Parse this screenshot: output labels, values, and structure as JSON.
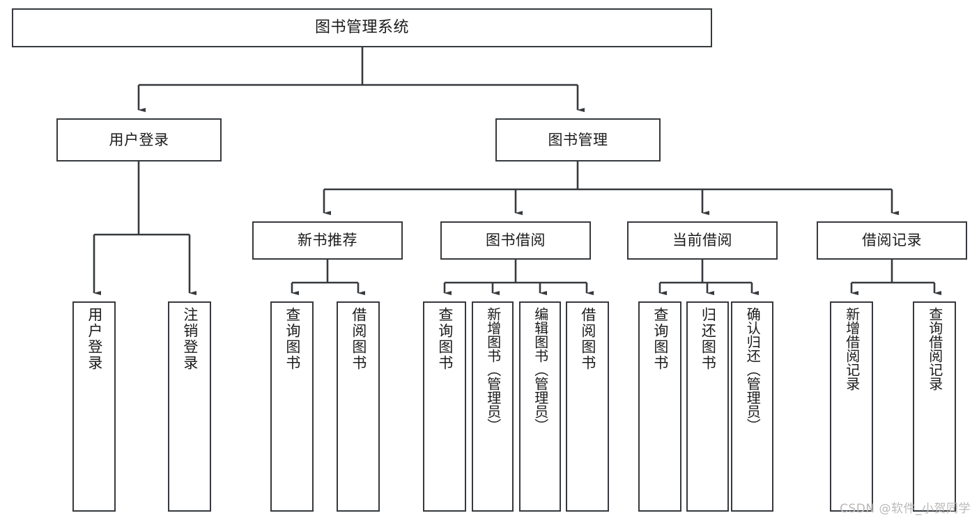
{
  "diagram": {
    "type": "tree",
    "orientation": "top-down",
    "title": "图书管理系统",
    "watermark": "CSDN @软件_小贺同学",
    "colors": {
      "border": "#36393d",
      "background": "#ffffff",
      "text": "#1b1b1b",
      "watermark": "#b9b9b9"
    },
    "nodes": {
      "root": {
        "label": "图书管理系统"
      },
      "level2": [
        {
          "id": "user-login",
          "label": "用户登录"
        },
        {
          "id": "book-manage",
          "label": "图书管理"
        }
      ],
      "level3": [
        {
          "id": "new-book-recommend",
          "label": "新书推荐"
        },
        {
          "id": "book-borrow",
          "label": "图书借阅"
        },
        {
          "id": "current-borrow",
          "label": "当前借阅"
        },
        {
          "id": "borrow-record",
          "label": "借阅记录"
        }
      ],
      "leaves": {
        "user-login": [
          {
            "id": "leaf-user-login",
            "label": "用户登录"
          },
          {
            "id": "leaf-user-logout",
            "label": "注销登录"
          }
        ],
        "new-book-recommend": [
          {
            "id": "leaf-query-book-1",
            "label": "查询图书"
          },
          {
            "id": "leaf-borrow-book-1",
            "label": "借阅图书"
          }
        ],
        "book-borrow": [
          {
            "id": "leaf-query-book-2",
            "label": "查询图书"
          },
          {
            "id": "leaf-add-book",
            "label": "新增图书（管理员）"
          },
          {
            "id": "leaf-edit-book",
            "label": "编辑图书（管理员）"
          },
          {
            "id": "leaf-borrow-book-2",
            "label": "借阅图书"
          }
        ],
        "current-borrow": [
          {
            "id": "leaf-query-book-3",
            "label": "查询图书"
          },
          {
            "id": "leaf-return-book",
            "label": "归还图书"
          },
          {
            "id": "leaf-confirm-return",
            "label": "确认归还（管理员）"
          }
        ],
        "borrow-record": [
          {
            "id": "leaf-add-record",
            "label": "新增借阅记录"
          },
          {
            "id": "leaf-query-record",
            "label": "查询借阅记录"
          }
        ]
      }
    }
  }
}
